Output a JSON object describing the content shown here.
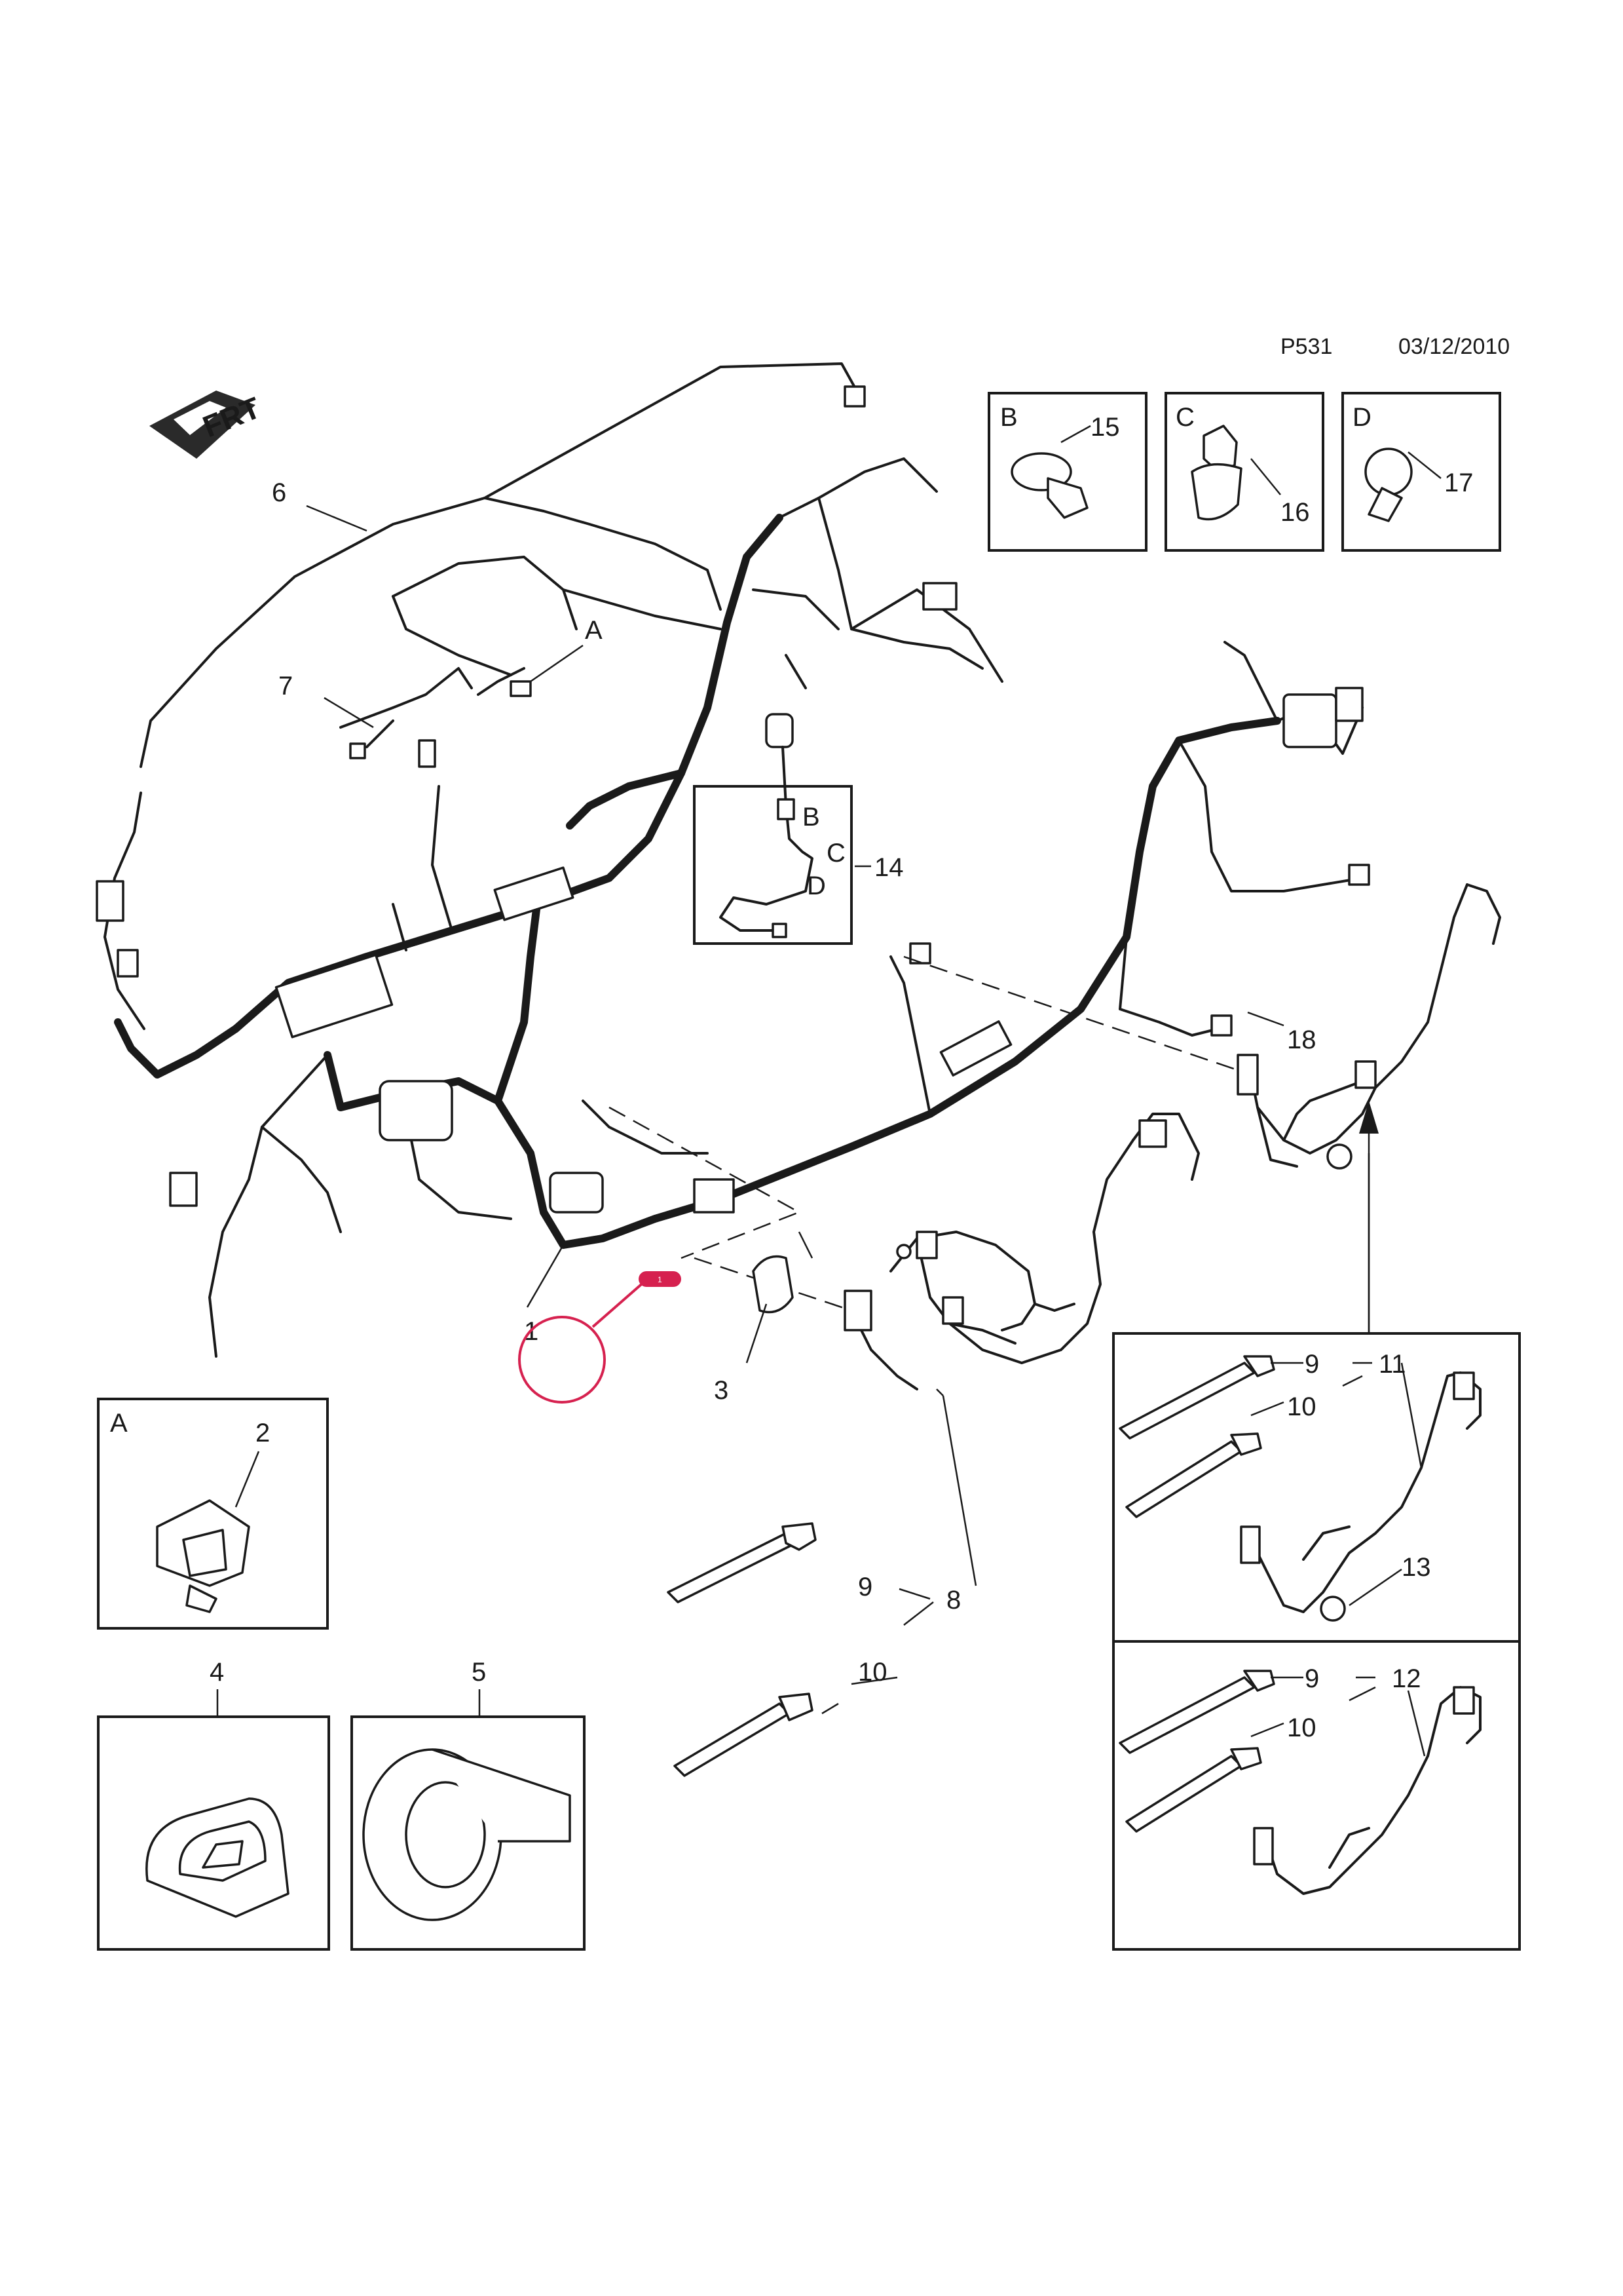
{
  "header": {
    "code": "P531",
    "date": "03/12/2010"
  },
  "front_arrow_text": "FRT",
  "hotspot_badge": "1",
  "callouts": {
    "n1": "1",
    "n2": "2",
    "n3": "3",
    "n4": "4",
    "n5": "5",
    "n6": "6",
    "n7": "7",
    "n8": "8",
    "n9": "9",
    "n10": "10",
    "n11": "11",
    "n12": "12",
    "n13": "13",
    "n14": "14",
    "n15": "15",
    "n16": "16",
    "n17": "17",
    "n18": "18",
    "ptA": "A",
    "ptB": "B",
    "ptC": "C",
    "ptD": "D"
  },
  "detail_boxes": {
    "A": {
      "letter": "A",
      "part": "2"
    },
    "B": {
      "letter": "B",
      "part": "15"
    },
    "C": {
      "letter": "C",
      "part": "16"
    },
    "D": {
      "letter": "D",
      "part": "17"
    }
  },
  "inset_11": {
    "clip": "9",
    "tie": "10",
    "assembly": "11",
    "grommet": "13"
  },
  "inset_12": {
    "clip": "9",
    "tie": "10",
    "assembly": "12"
  },
  "loose_parts": {
    "clip": "9",
    "tie": "10",
    "assembly": "8"
  },
  "tape_boxes": {
    "left": "4",
    "right": "5"
  }
}
